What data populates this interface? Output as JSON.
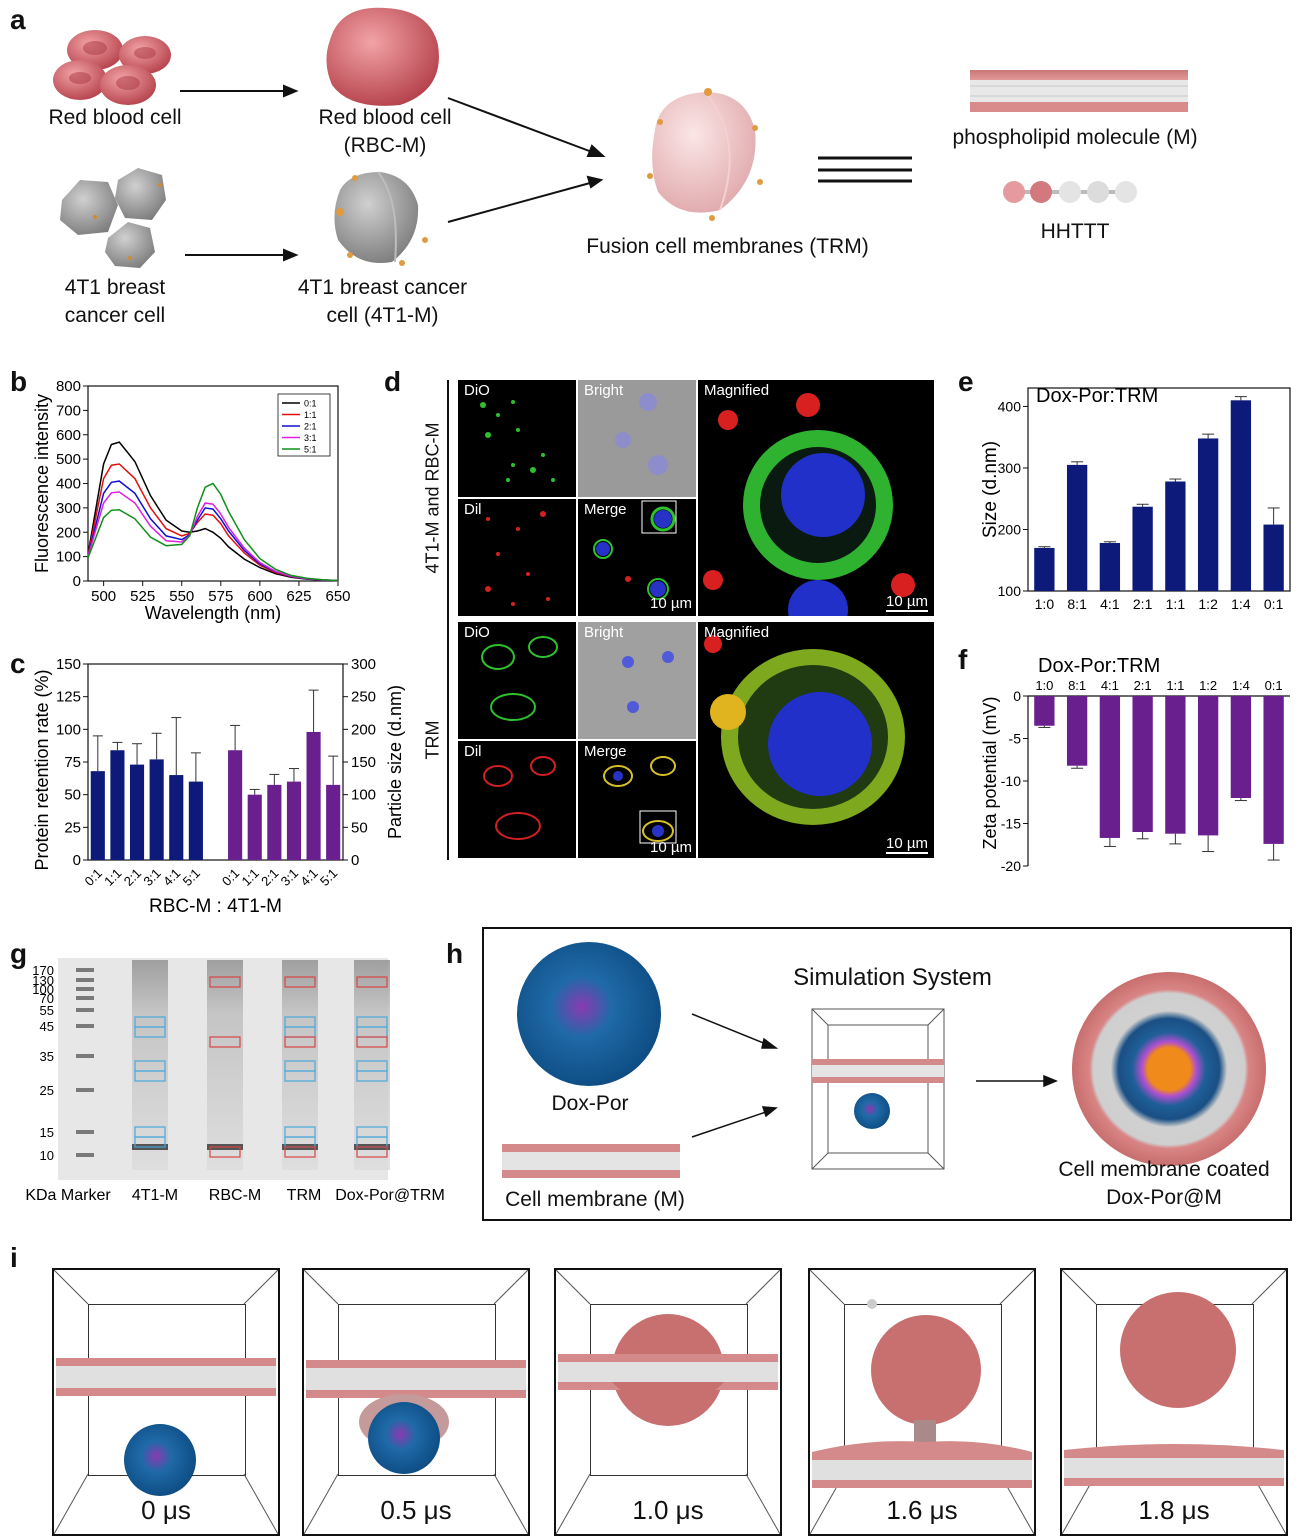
{
  "panel_a": {
    "letter": "a",
    "rbc": "Red blood cell",
    "rbc_m": [
      "Red blood cell",
      "(RBC-M)"
    ],
    "t41": [
      "4T1 breast",
      "cancer cell"
    ],
    "t41_m": [
      "4T1 breast cancer",
      "cell (4T1-M)"
    ],
    "fusion": "Fusion cell membranes (TRM)",
    "phospholipid": "phospholipid molecule (M)",
    "hhttt": "HHTTT",
    "colors": {
      "rbc": "#c9545a",
      "cell_grey": "#9a9a9a",
      "membrane_head": "#d48a8a",
      "membrane_tail": "#e6e6e6"
    }
  },
  "panel_b": {
    "letter": "b",
    "chart_data": {
      "type": "line",
      "xlabel": "Wavelength (nm)",
      "ylabel": "Fluorescence intensity",
      "xlim": [
        490,
        650
      ],
      "ylim": [
        0,
        800
      ],
      "xticks": [
        "500",
        "525",
        "550",
        "575",
        "600",
        "625",
        "650"
      ],
      "yticks": [
        "0",
        "100",
        "200",
        "300",
        "400",
        "500",
        "600",
        "700",
        "800"
      ],
      "legend_position": "top-right",
      "series": [
        {
          "name": "0:1",
          "color": "#000000",
          "x": [
            490,
            500,
            505,
            510,
            520,
            530,
            540,
            550,
            555,
            560,
            565,
            570,
            575,
            580,
            590,
            600,
            610,
            620,
            630,
            640,
            650
          ],
          "y": [
            110,
            480,
            560,
            570,
            490,
            350,
            250,
            205,
            200,
            205,
            215,
            200,
            175,
            140,
            90,
            55,
            30,
            15,
            8,
            4,
            2
          ]
        },
        {
          "name": "1:1",
          "color": "#e01010",
          "x": [
            490,
            500,
            505,
            510,
            520,
            530,
            540,
            550,
            555,
            560,
            565,
            570,
            575,
            580,
            590,
            600,
            610,
            620,
            630,
            640,
            650
          ],
          "y": [
            105,
            420,
            475,
            480,
            420,
            300,
            215,
            185,
            195,
            240,
            275,
            270,
            235,
            185,
            115,
            65,
            35,
            18,
            9,
            4,
            2
          ]
        },
        {
          "name": "2:1",
          "color": "#1010d0",
          "x": [
            490,
            500,
            505,
            510,
            520,
            530,
            540,
            550,
            555,
            560,
            565,
            570,
            575,
            580,
            590,
            600,
            610,
            620,
            630,
            640,
            650
          ],
          "y": [
            100,
            360,
            405,
            410,
            360,
            255,
            185,
            170,
            190,
            250,
            300,
            295,
            255,
            205,
            125,
            70,
            38,
            19,
            9,
            4,
            2
          ]
        },
        {
          "name": "3:1",
          "color": "#e020e0",
          "x": [
            490,
            500,
            505,
            510,
            520,
            530,
            540,
            550,
            555,
            560,
            565,
            570,
            575,
            580,
            590,
            600,
            610,
            620,
            630,
            640,
            650
          ],
          "y": [
            100,
            320,
            362,
            365,
            320,
            225,
            165,
            160,
            185,
            265,
            320,
            315,
            275,
            220,
            135,
            75,
            40,
            20,
            10,
            4,
            2
          ]
        },
        {
          "name": "5:1",
          "color": "#10901a",
          "x": [
            490,
            500,
            505,
            510,
            520,
            530,
            540,
            550,
            555,
            560,
            565,
            570,
            575,
            580,
            590,
            600,
            610,
            620,
            630,
            640,
            650
          ],
          "y": [
            95,
            260,
            290,
            292,
            255,
            180,
            145,
            150,
            185,
            300,
            385,
            400,
            355,
            285,
            170,
            92,
            48,
            23,
            11,
            5,
            2
          ]
        }
      ]
    }
  },
  "panel_c": {
    "letter": "c",
    "chart_data": {
      "type": "bar",
      "xlabel": "RBC-M : 4T1-M",
      "ylabel": "Protein retention rate (%)",
      "ylabel_right": "Particle size (d.nm)",
      "ylim": [
        0,
        150
      ],
      "ylim_right": [
        0,
        300
      ],
      "yticks": [
        "0",
        "25",
        "50",
        "75",
        "100",
        "125",
        "150"
      ],
      "yticks_right": [
        "0",
        "50",
        "100",
        "150",
        "200",
        "250",
        "300"
      ],
      "categories": [
        "0:1",
        "1:1",
        "2:1",
        "3:1",
        "4:1",
        "5:1",
        "0:1",
        "1:1",
        "2:1",
        "3:1",
        "4:1",
        "5:1"
      ],
      "series": [
        {
          "color": "#0d1a7a",
          "values": [
            68,
            84,
            73,
            77,
            65,
            60
          ],
          "errors": [
            27,
            6,
            16,
            20,
            44,
            22
          ]
        },
        {
          "color": "#6a1f8e",
          "values": [
            168,
            100,
            115,
            120,
            196,
            115
          ],
          "errors": [
            38,
            8,
            16,
            20,
            64,
            44
          ]
        }
      ]
    }
  },
  "panel_d": {
    "letter": "d",
    "row1": "4T1-M and RBC-M",
    "row2": "TRM",
    "dio": "DiO",
    "bright": "Bright",
    "dil": "Dil",
    "merge": "Merge",
    "magnified": "Magnified",
    "scale": "10 µm"
  },
  "panel_e": {
    "letter": "e",
    "chart_data": {
      "type": "bar",
      "title": "Dox-Por:TRM",
      "ylabel": "Size (d.nm)",
      "ylim": [
        100,
        430
      ],
      "yticks": [
        "100",
        "200",
        "300",
        "400"
      ],
      "categories": [
        "1:0",
        "8:1",
        "4:1",
        "2:1",
        "1:1",
        "1:2",
        "1:4",
        "0:1"
      ],
      "values": [
        170,
        305,
        178,
        237,
        278,
        348,
        410,
        208
      ],
      "errors": [
        2,
        5,
        2,
        4,
        4,
        7,
        6,
        27
      ],
      "color": "#0d1a7a"
    }
  },
  "panel_f": {
    "letter": "f",
    "chart_data": {
      "type": "bar",
      "title": "Dox-Por:TRM",
      "ylabel": "Zeta potential (mV)",
      "ylim": [
        -20,
        0
      ],
      "yticks": [
        "0",
        "-5",
        "-10",
        "-15",
        "-20"
      ],
      "categories": [
        "1:0",
        "8:1",
        "4:1",
        "2:1",
        "1:1",
        "1:2",
        "1:4",
        "0:1"
      ],
      "values": [
        -3.5,
        -8.2,
        -16.7,
        -16.0,
        -16.2,
        -16.4,
        -12.0,
        -17.4
      ],
      "errors": [
        0.2,
        0.3,
        1.0,
        0.8,
        1.2,
        1.9,
        0.3,
        1.9
      ],
      "color": "#6a1f8e"
    }
  },
  "panel_g": {
    "letter": "g",
    "ladder": [
      "170",
      "130",
      "100",
      "70",
      "55",
      "45",
      "35",
      "25",
      "15",
      "10"
    ],
    "lanes": [
      "KDa Marker",
      "4T1-M",
      "RBC-M",
      "TRM",
      "Dox-Por@TRM"
    ]
  },
  "panel_h": {
    "letter": "h",
    "doxpor": "Dox-Por",
    "membrane": "Cell membrane (M)",
    "simulation": "Simulation System",
    "coated": [
      "Cell membrane coated",
      "Dox-Por@M"
    ]
  },
  "panel_i": {
    "letter": "i",
    "times": [
      "0 μs",
      "0.5 μs",
      "1.0 μs",
      "1.6 μs",
      "1.8 μs"
    ]
  }
}
